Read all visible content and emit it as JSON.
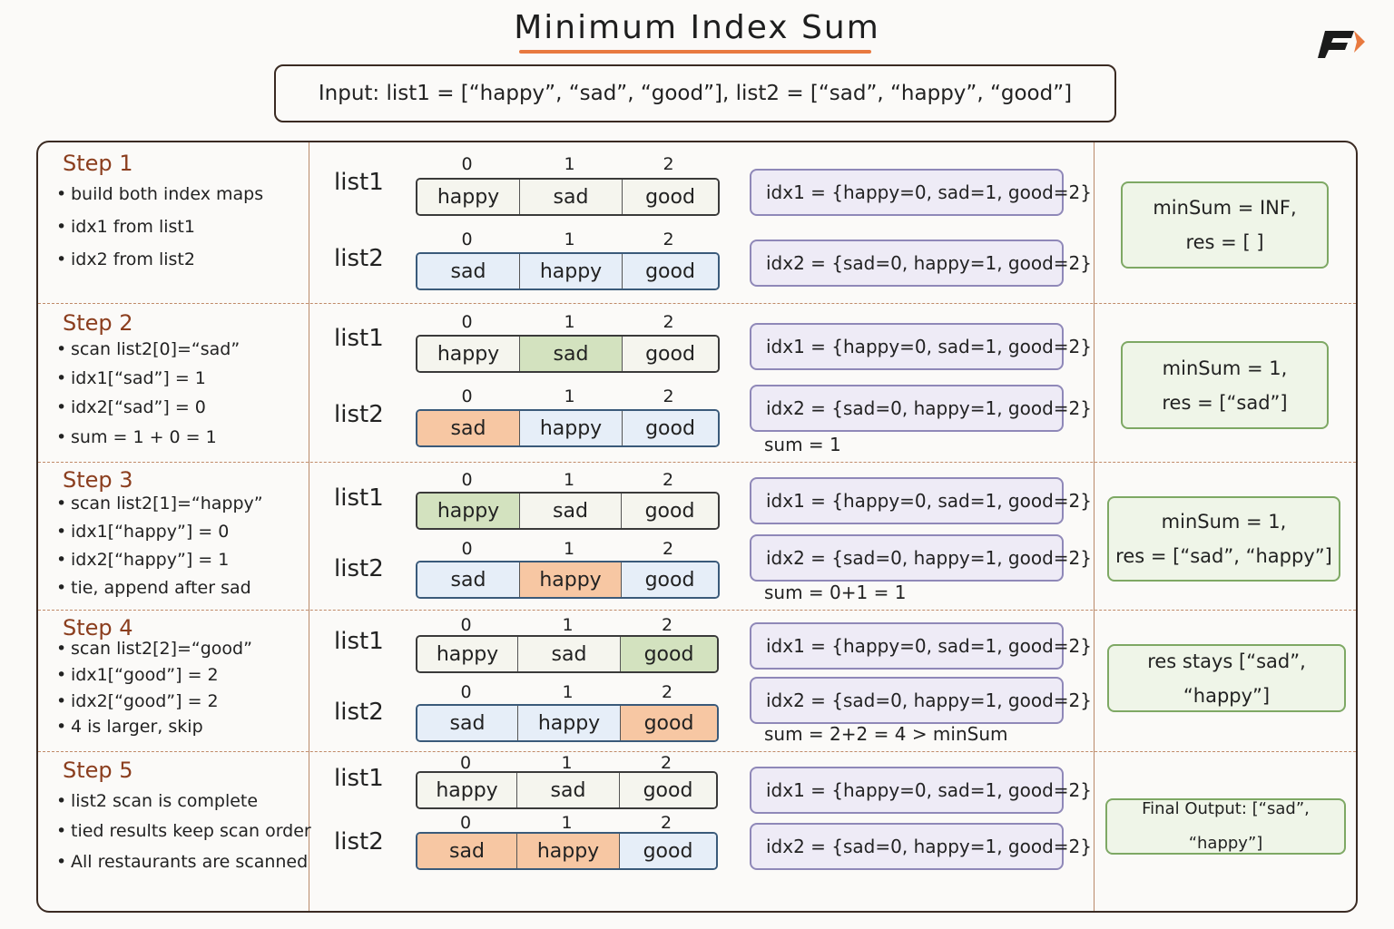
{
  "title": "Minimum Index Sum",
  "input": "Input: list1 = [“happy”, “sad”, “good”], list2 = [“sad”, “happy”, “good”]",
  "list1_label": "list1",
  "list2_label": "list2",
  "indices": [
    "0",
    "1",
    "2"
  ],
  "list1": [
    "happy",
    "sad",
    "good"
  ],
  "list2": [
    "sad",
    "happy",
    "good"
  ],
  "idx1_text": "idx1 = {happy=0, sad=1, good=2}",
  "idx2_text": "idx2 = {sad=0, happy=1, good=2}",
  "colors": {
    "title_underline": "#e8793f",
    "match_list1": "#d3e2bf",
    "match_list2": "#f7c7a3",
    "map_box": "#eeebf6",
    "result_box": "#eff5e8"
  },
  "steps": [
    {
      "title": "Step 1",
      "bullets": [
        "build both index maps",
        "idx1 from list1",
        "idx2 from list2"
      ],
      "sum": "",
      "result_lines": [
        "minSum = INF,",
        "res = [ ]"
      ]
    },
    {
      "title": "Step 2",
      "bullets": [
        "scan list2[0]=“sad”",
        "idx1[“sad”] = 1",
        "idx2[“sad”] = 0",
        "sum = 1 + 0 = 1"
      ],
      "sum": "sum = 1",
      "result_lines": [
        "minSum = 1,",
        "res = [“sad”]"
      ]
    },
    {
      "title": "Step 3",
      "bullets": [
        "scan list2[1]=“happy”",
        "idx1[“happy”] = 0",
        "idx2[“happy”] = 1",
        "tie, append after sad"
      ],
      "sum": "sum = 0+1 = 1",
      "result_lines": [
        "minSum = 1,",
        "res = [“sad”, “happy”]"
      ]
    },
    {
      "title": "Step 4",
      "bullets": [
        "scan list2[2]=“good”",
        "idx1[“good”] = 2",
        "idx2[“good”] = 2",
        "4 is larger, skip"
      ],
      "sum": "sum = 2+2 = 4 > minSum",
      "result_lines": [
        "res stays [“sad”, “happy”]"
      ]
    },
    {
      "title": "Step 5",
      "bullets": [
        "list2 scan is complete",
        "tied results keep scan order",
        "All restaurants are scanned"
      ],
      "sum": "",
      "result_lines": [
        "Final Output: [“sad”, “happy”]"
      ]
    }
  ]
}
